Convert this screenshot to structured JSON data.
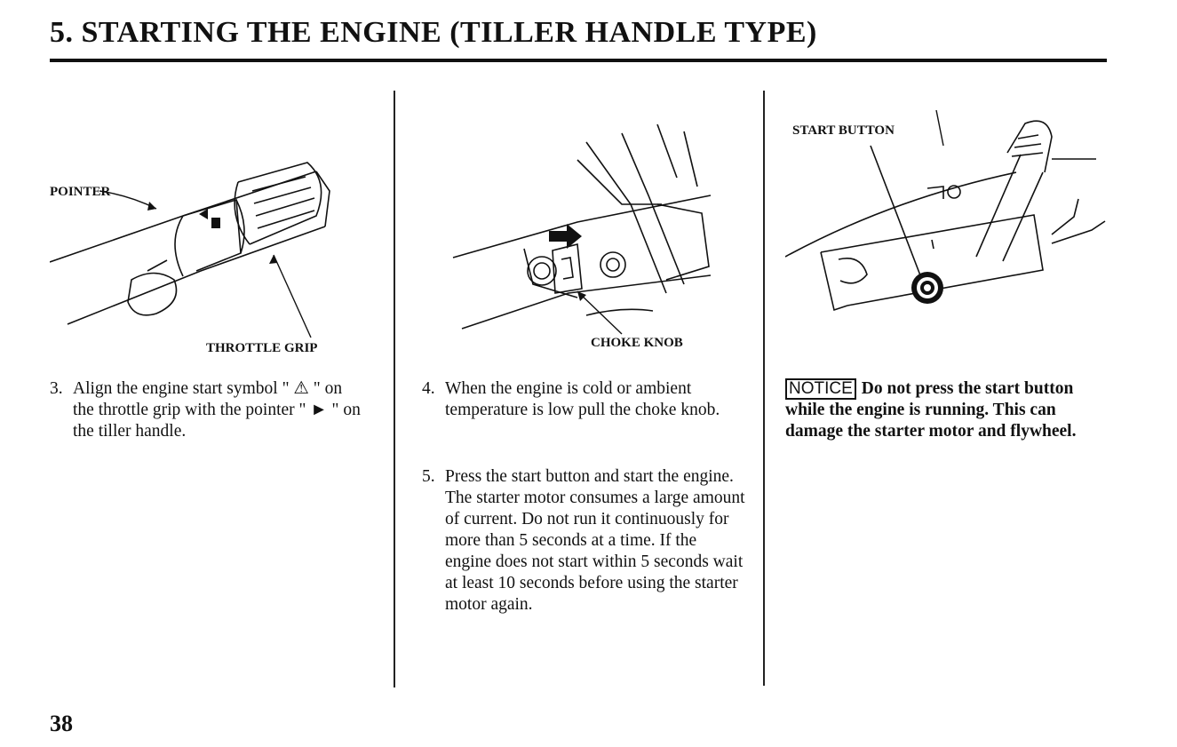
{
  "page": {
    "title": "5. STARTING THE ENGINE (TILLER HANDLE TYPE)",
    "page_number": "38"
  },
  "figures": {
    "throttle": {
      "label_pointer": "POINTER",
      "label_grip": "THROTTLE GRIP"
    },
    "choke": {
      "label_knob": "CHOKE KNOB"
    },
    "start": {
      "label_button": "START BUTTON"
    }
  },
  "steps": [
    {
      "number": "3.",
      "text": "Align the engine start symbol \" ⚠ \" on the throttle grip with the pointer \" ► \" on the tiller handle."
    },
    {
      "number": "4.",
      "text": "When the engine is cold or ambient temperature is low pull the choke knob."
    },
    {
      "number": "5.",
      "text": "Press the start button and start the engine. The starter motor consumes a large amount of current. Do not run it continuously for more than 5 seconds at a time. If the engine does not start within 5 seconds wait at least 10 seconds before using the starter motor again."
    }
  ],
  "notice": {
    "tag": "NOTICE",
    "text": "Do not press the start button while the engine is running. This can damage the starter motor and flywheel."
  }
}
